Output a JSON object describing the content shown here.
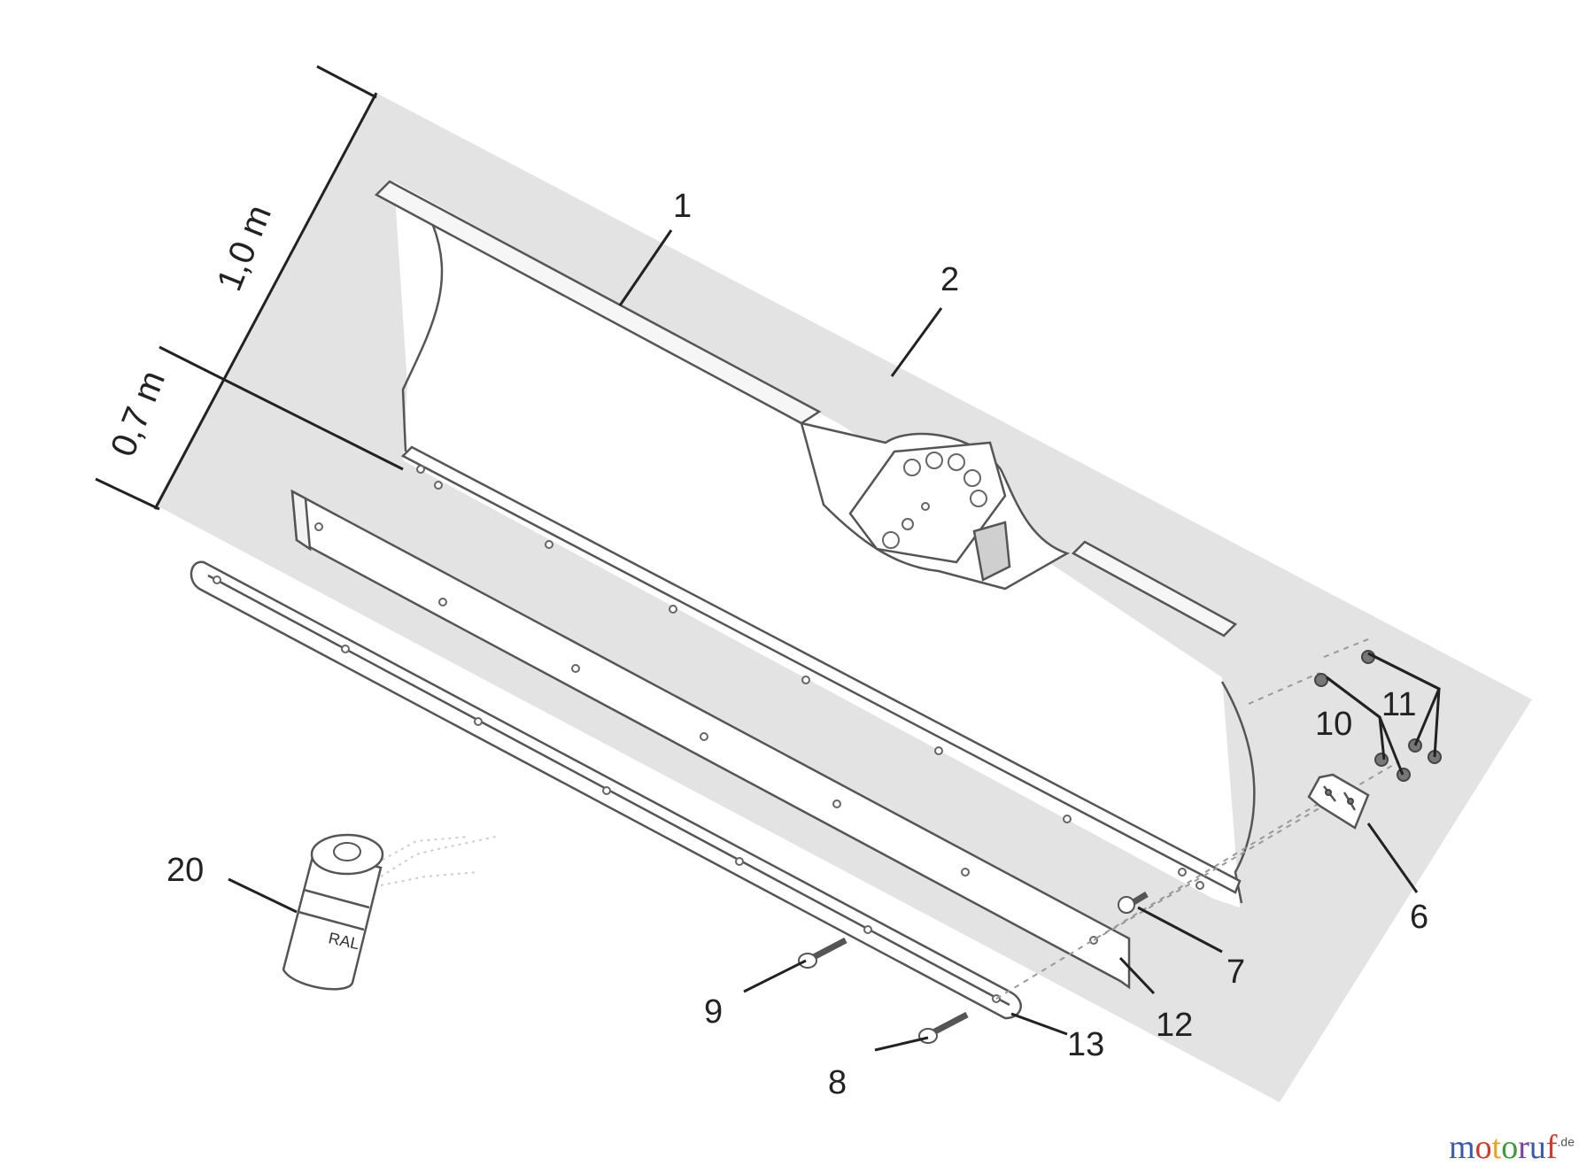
{
  "dimensions": {
    "overall_length": "1,0 m",
    "short_length": "0,7 m"
  },
  "parts": [
    {
      "id": "p1",
      "label": "1"
    },
    {
      "id": "p2",
      "label": "2"
    },
    {
      "id": "p6",
      "label": "6"
    },
    {
      "id": "p7",
      "label": "7"
    },
    {
      "id": "p8",
      "label": "8"
    },
    {
      "id": "p9",
      "label": "9"
    },
    {
      "id": "p10",
      "label": "10"
    },
    {
      "id": "p11",
      "label": "11"
    },
    {
      "id": "p12",
      "label": "12"
    },
    {
      "id": "p13",
      "label": "13"
    },
    {
      "id": "p20",
      "label": "20"
    }
  ],
  "can_label": "RAL",
  "logo": {
    "letters": [
      "m",
      "o",
      "t",
      "o",
      "r",
      "u",
      "f"
    ],
    "suffix": ".de"
  }
}
